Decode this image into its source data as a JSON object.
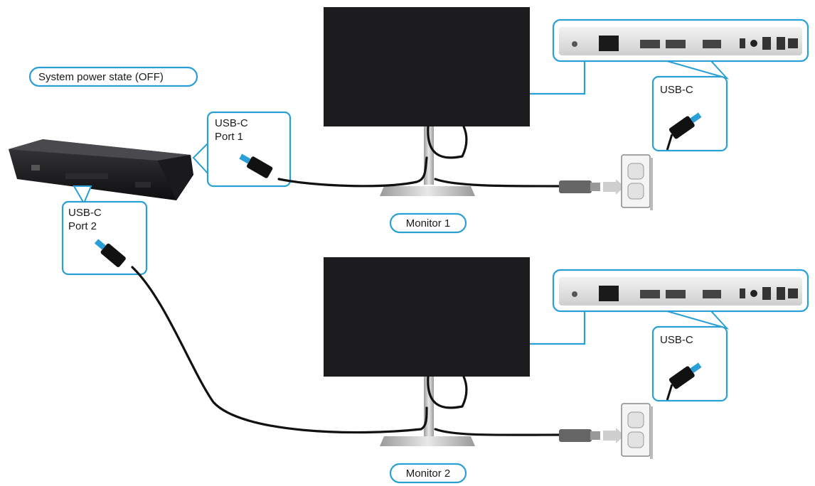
{
  "labels": {
    "power_state": "System power state (OFF)",
    "port1_line1": "USB-C",
    "port1_line2": "Port 1",
    "port2_line1": "USB-C",
    "port2_line2": "Port 2",
    "monitor1_usbc": "USB-C",
    "monitor2_usbc": "USB-C",
    "monitor1": "Monitor 1",
    "monitor2": "Monitor 2"
  },
  "colors": {
    "accent": "#2a9fd6",
    "monitor": "#1c1c1e",
    "cable": "#111111",
    "panel": "#dcdcdc"
  }
}
